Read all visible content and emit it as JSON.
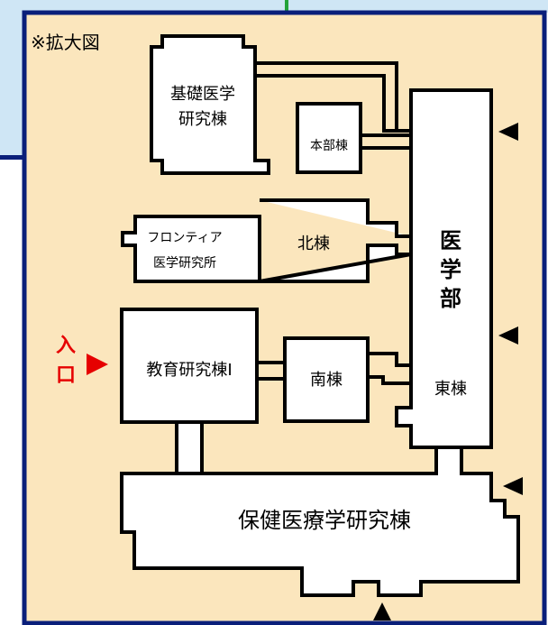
{
  "map": {
    "title": "※拡大図",
    "colors": {
      "background": "#fbe6bd",
      "frame": "#0a1f7a",
      "building_fill": "#ffffff",
      "outline": "#000000",
      "entrance": "#e60000",
      "outer_band": "#cfe6f5"
    },
    "buildings": {
      "basic_medicine": {
        "line1": "基礎医学",
        "line2": "研究棟"
      },
      "headquarters": "本部棟",
      "frontier": {
        "line1": "フロンティア",
        "line2": "医学研究所"
      },
      "north": "北棟",
      "medicine": {
        "c1": "医",
        "c2": "学",
        "c3": "部"
      },
      "east": "東棟",
      "education": "教育研究棟Ⅰ",
      "south": "南棟",
      "health": "保健医療学研究棟"
    },
    "entrance": {
      "c1": "入",
      "c2": "口"
    }
  }
}
